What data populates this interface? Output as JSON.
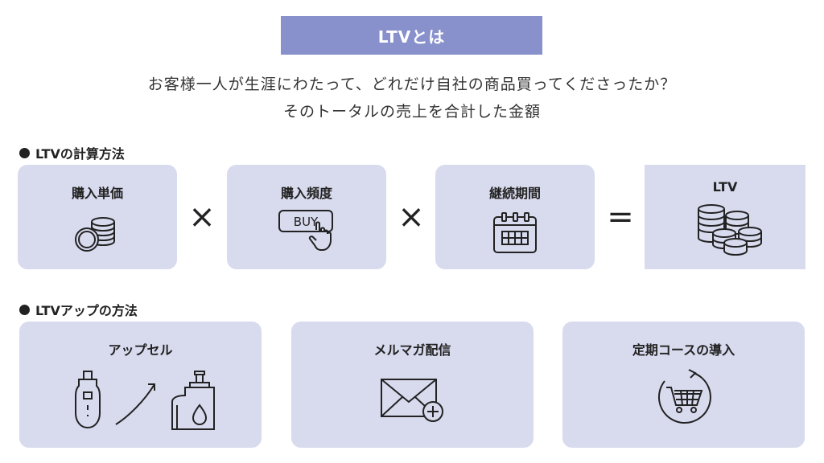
{
  "title": "LTVとは",
  "definition": {
    "line1": "お客様一人が生涯にわたって、どれだけ自社の商品買ってくださったか？",
    "line2": "そのトータルの売上を合計した金額"
  },
  "calc_section": {
    "heading": "LTVの計算方法",
    "items": [
      {
        "label": "購入単価",
        "icon": "coin-stack-icon"
      },
      {
        "label": "購入頻度",
        "icon": "buy-button-icon",
        "icon_text": "BUY"
      },
      {
        "label": "継続期間",
        "icon": "calendar-icon"
      },
      {
        "label": "LTV",
        "icon": "coins-pile-icon"
      }
    ],
    "operators": [
      "×",
      "×",
      "="
    ]
  },
  "up_section": {
    "heading": "LTVアップの方法",
    "items": [
      {
        "label": "アップセル",
        "icon": "upsell-bottles-icon"
      },
      {
        "label": "メルマガ配信",
        "icon": "mail-plus-icon"
      },
      {
        "label": "定期コースの導入",
        "icon": "recurring-cart-icon"
      }
    ]
  },
  "colors": {
    "title_bg": "#8891cc",
    "card_bg": "#d8daee",
    "ink": "#222222"
  }
}
